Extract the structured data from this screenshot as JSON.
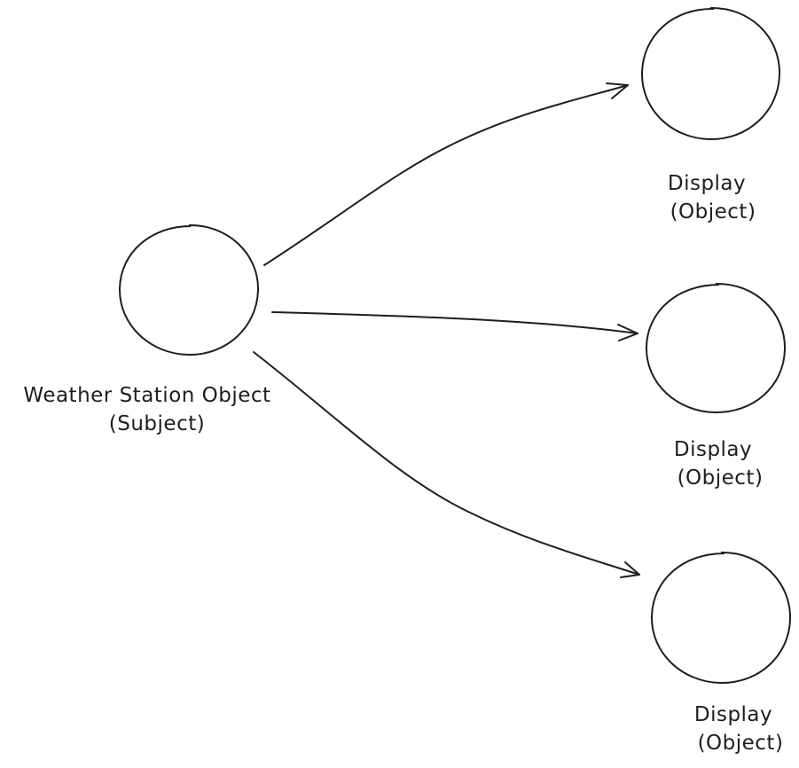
{
  "colors": {
    "stroke": "#1e1e1e",
    "background": "#ffffff"
  },
  "subject": {
    "line1": "Weather Station Object",
    "line2": "(Subject)"
  },
  "displays": [
    {
      "line1": "Display",
      "line2": "(Object)"
    },
    {
      "line1": "Display",
      "line2": "(Object)"
    },
    {
      "line1": "Display",
      "line2": "(Object)"
    }
  ]
}
